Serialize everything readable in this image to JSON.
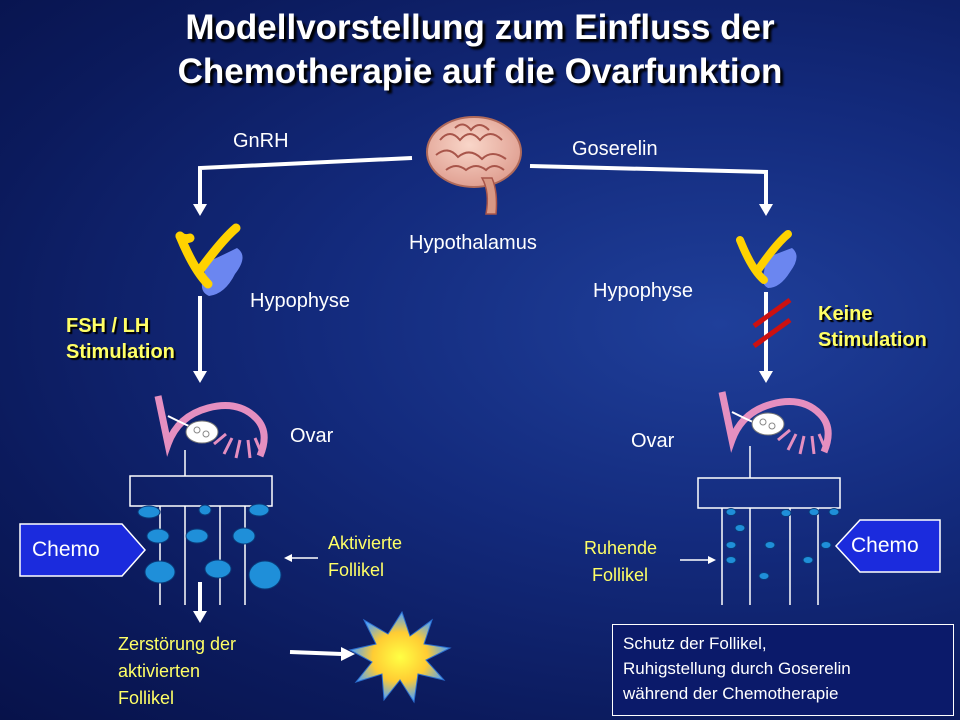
{
  "title": {
    "line1": "Modellvorstellung zum Einfluss der",
    "line2": "Chemotherapie auf die Ovarfunktion"
  },
  "labels": {
    "gnrh": "GnRH",
    "goserelin": "Goserelin",
    "hypothalamus": "Hypothalamus",
    "hypophyse_left": "Hypophyse",
    "hypophyse_right": "Hypophyse",
    "ovar_left": "Ovar",
    "ovar_right": "Ovar"
  },
  "stimulation": {
    "left_line1": "FSH / LH",
    "left_line2": "Stimulation",
    "right_line1": "Keine",
    "right_line2": "Stimulation"
  },
  "follicles": {
    "activated_line1": "Aktivierte",
    "activated_line2": "Follikel",
    "resting_line1": "Ruhende",
    "resting_line2": "Follikel"
  },
  "chemo": {
    "left": "Chemo",
    "right": "Chemo"
  },
  "destruction": {
    "line1": "Zerstörung der",
    "line2": "aktivierten",
    "line3": "Follikel"
  },
  "protection_box": {
    "line1": "Schutz der Follikel,",
    "line2": "Ruhigstellung durch Goserelin",
    "line3": "während der Chemotherapie"
  },
  "colors": {
    "arrow": "#ffffff",
    "highlight_text": "#ffff66",
    "pituitary_blue": "#5577ee",
    "pituitary_yellow": "#ffd200",
    "follicle": "#1f8fd9",
    "ovary_pink": "#e58fc0",
    "block_mark": "#cc1111",
    "chemo_fill": "#1b2bdd"
  },
  "icons": {
    "brain": "brain-icon",
    "pituitary": "pituitary-icon",
    "ovary": "ovary-icon",
    "burst": "burst-icon"
  }
}
